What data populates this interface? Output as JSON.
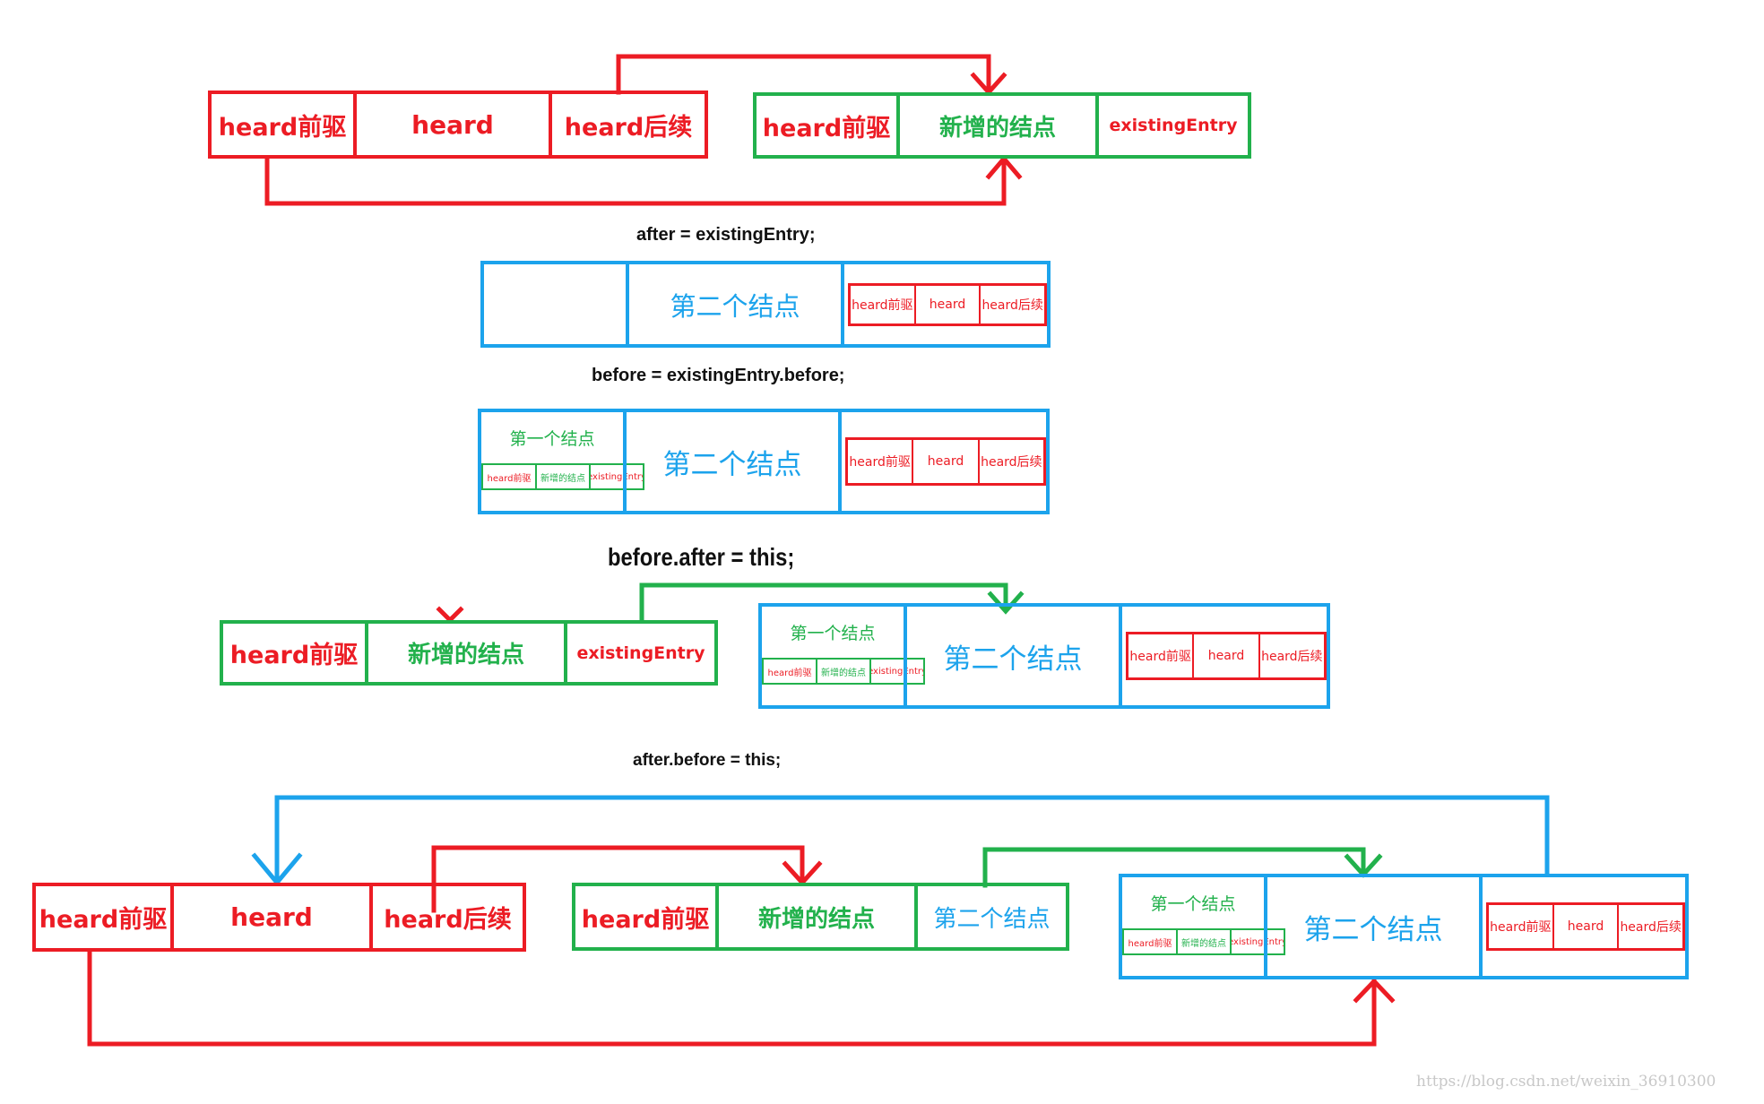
{
  "colors": {
    "red": "#ec1c24",
    "green": "#22b14c",
    "blue": "#1ca3ec",
    "text": "#111111"
  },
  "labels": {
    "head_prev": "heard前驱",
    "head": "heard",
    "head_next": "heard后续",
    "new_node": "新增的结点",
    "existing_entry": "existingEntry",
    "second_node": "第二个结点",
    "first_node": "第一个结点"
  },
  "statements": {
    "s1": "after  = existingEntry;",
    "s2": "before = existingEntry.before;",
    "s3": "before.after = this;",
    "s4": "after.before = this;"
  },
  "watermark": "https://blog.csdn.net/weixin_36910300"
}
